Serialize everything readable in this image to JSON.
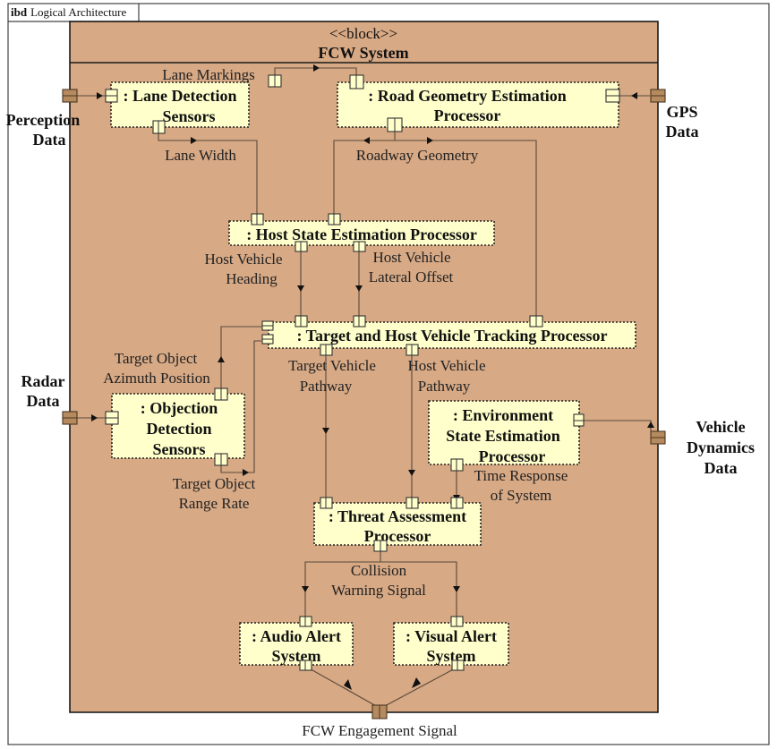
{
  "diagram": {
    "frame_kind": "ibd",
    "frame_title": "Logical Architecture",
    "block_stereotype": "<<block>>",
    "block_name": "FCW System",
    "colors": {
      "system_block": "#d7a985",
      "part": "#ffffcc",
      "external_port": "#b58a5e"
    },
    "external_ports": {
      "perception": [
        "Perception",
        "Data"
      ],
      "gps": [
        "GPS",
        "Data"
      ],
      "radar": [
        "Radar",
        "Data"
      ],
      "vehicle_dynamics": [
        "Vehicle",
        "Dynamics",
        "Data"
      ],
      "fcw_engagement": "FCW Engagement Signal"
    },
    "parts": {
      "lane_detection": [
        ": Lane Detection",
        "Sensors"
      ],
      "road_geometry": [
        ": Road Geometry Estimation",
        "Processor"
      ],
      "host_state": [
        ": Host State Estimation Processor"
      ],
      "tracking": [
        ": Target and Host Vehicle Tracking Processor"
      ],
      "objection_detection": [
        ": Objection",
        "Detection",
        "Sensors"
      ],
      "environment": [
        ": Environment",
        "State Estimation",
        "Processor"
      ],
      "threat": [
        ": Threat Assessment",
        "Processor"
      ],
      "audio_alert": [
        ": Audio Alert",
        "System"
      ],
      "visual_alert": [
        ": Visual Alert",
        "System"
      ]
    },
    "flows": {
      "lane_markings": [
        "Lane Markings"
      ],
      "lane_width": [
        "Lane Width"
      ],
      "roadway_geometry": [
        "Roadway Geometry"
      ],
      "host_heading": [
        "Host Vehicle",
        "Heading"
      ],
      "host_lateral": [
        "Host Vehicle",
        "Lateral Offset"
      ],
      "target_azimuth": [
        "Target Object",
        "Azimuth Position"
      ],
      "target_range": [
        "Target Object",
        "Range Rate"
      ],
      "target_pathway": [
        "Target Vehicle",
        "Pathway"
      ],
      "host_pathway": [
        "Host Vehicle",
        "Pathway"
      ],
      "time_response": [
        "Time Response",
        "of System"
      ],
      "collision_warning": [
        "Collision",
        "Warning Signal"
      ]
    }
  }
}
